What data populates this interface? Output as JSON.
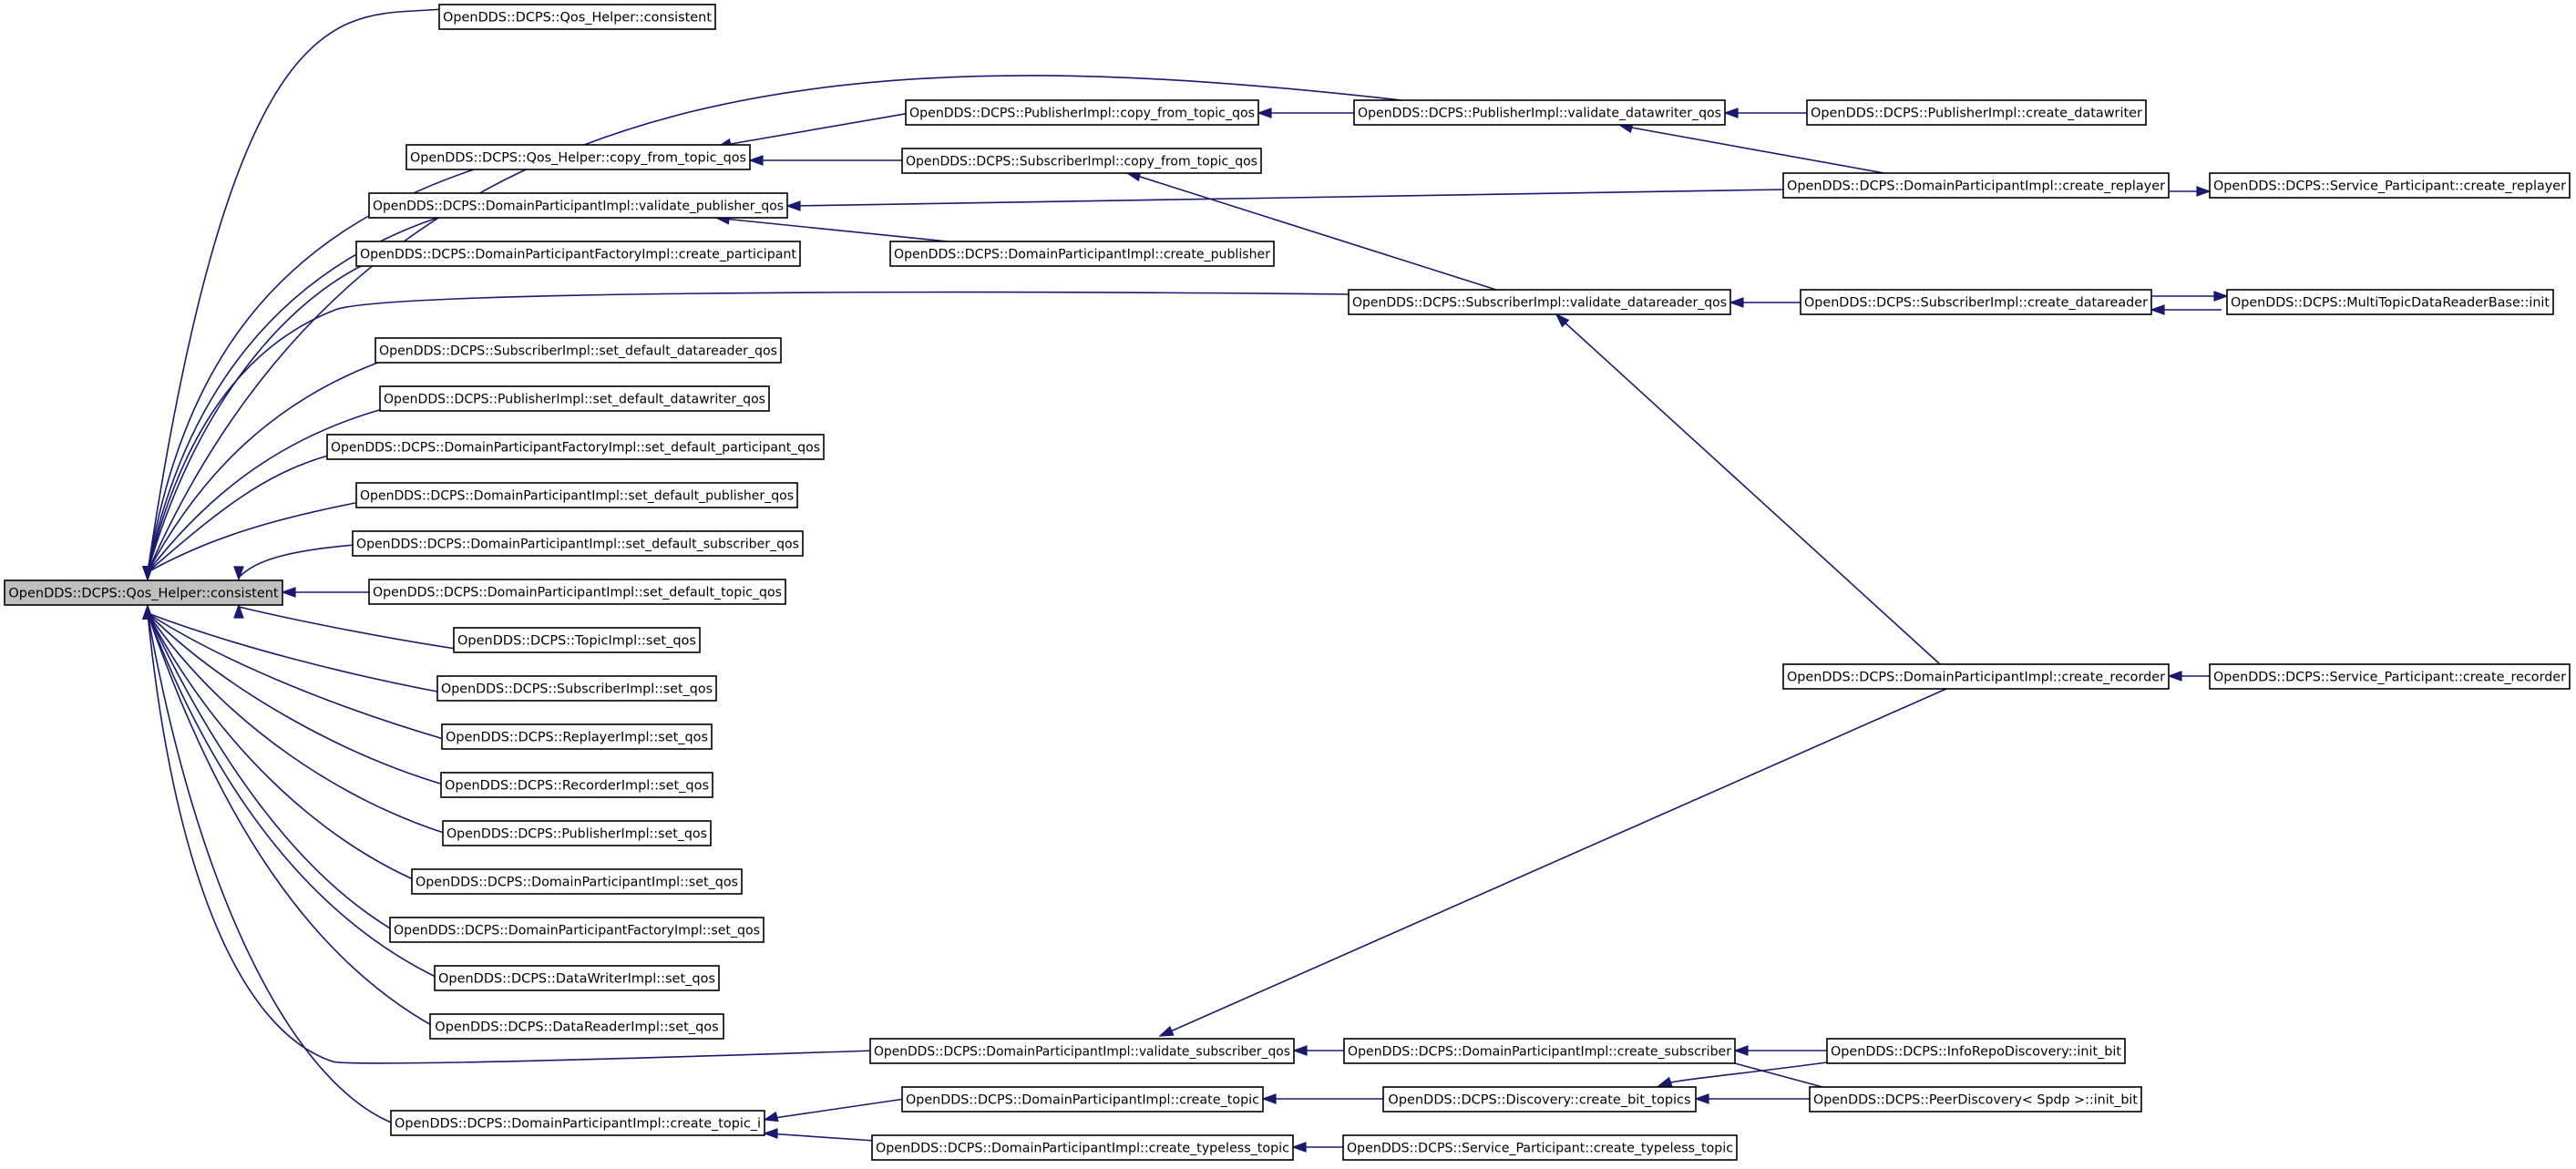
{
  "colors": {
    "edge": "#191970",
    "node_border": "#000000",
    "root_fill": "#bfbfbf",
    "node_fill": "#ffffff"
  },
  "nodes": {
    "root": "OpenDDS::DCPS::Qos_Helper::consistent",
    "qh_consistent": "OpenDDS::DCPS::Qos_Helper::consistent",
    "qh_copy": "OpenDDS::DCPS::Qos_Helper::copy_from_topic_qos",
    "dpi_validate_pub": "OpenDDS::DCPS::DomainParticipantImpl::validate_publisher_qos",
    "dpfi_create_participant": "OpenDDS::DCPS::DomainParticipantFactoryImpl::create_participant",
    "si_set_default_dr": "OpenDDS::DCPS::SubscriberImpl::set_default_datareader_qos",
    "pi_set_default_dw": "OpenDDS::DCPS::PublisherImpl::set_default_datawriter_qos",
    "dpfi_set_default_part": "OpenDDS::DCPS::DomainParticipantFactoryImpl::set_default_participant_qos",
    "dpi_set_default_pub": "OpenDDS::DCPS::DomainParticipantImpl::set_default_publisher_qos",
    "dpi_set_default_sub": "OpenDDS::DCPS::DomainParticipantImpl::set_default_subscriber_qos",
    "dpi_set_default_topic": "OpenDDS::DCPS::DomainParticipantImpl::set_default_topic_qos",
    "ti_set_qos": "OpenDDS::DCPS::TopicImpl::set_qos",
    "si_set_qos": "OpenDDS::DCPS::SubscriberImpl::set_qos",
    "ri_set_qos": "OpenDDS::DCPS::ReplayerImpl::set_qos",
    "reci_set_qos": "OpenDDS::DCPS::RecorderImpl::set_qos",
    "pi_set_qos": "OpenDDS::DCPS::PublisherImpl::set_qos",
    "dpi_set_qos": "OpenDDS::DCPS::DomainParticipantImpl::set_qos",
    "dpfi_set_qos": "OpenDDS::DCPS::DomainParticipantFactoryImpl::set_qos",
    "dwi_set_qos": "OpenDDS::DCPS::DataWriterImpl::set_qos",
    "dri_set_qos": "OpenDDS::DCPS::DataReaderImpl::set_qos",
    "dpi_create_topic_i": "OpenDDS::DCPS::DomainParticipantImpl::create_topic_i",
    "pi_copy": "OpenDDS::DCPS::PublisherImpl::copy_from_topic_qos",
    "si_copy": "OpenDDS::DCPS::SubscriberImpl::copy_from_topic_qos",
    "dpi_create_publisher": "OpenDDS::DCPS::DomainParticipantImpl::create_publisher",
    "dpi_validate_sub": "OpenDDS::DCPS::DomainParticipantImpl::validate_subscriber_qos",
    "dpi_create_topic": "OpenDDS::DCPS::DomainParticipantImpl::create_topic",
    "dpi_create_typeless": "OpenDDS::DCPS::DomainParticipantImpl::create_typeless_topic",
    "pi_validate_dw": "OpenDDS::DCPS::PublisherImpl::validate_datawriter_qos",
    "si_validate_dr": "OpenDDS::DCPS::SubscriberImpl::validate_datareader_qos",
    "dpi_create_subscriber": "OpenDDS::DCPS::DomainParticipantImpl::create_subscriber",
    "disc_create_bit": "OpenDDS::DCPS::Discovery::create_bit_topics",
    "sp_create_typeless": "OpenDDS::DCPS::Service_Participant::create_typeless_topic",
    "pi_create_dw": "OpenDDS::DCPS::PublisherImpl::create_datawriter",
    "dpi_create_replayer": "OpenDDS::DCPS::DomainParticipantImpl::create_replayer",
    "si_create_dr": "OpenDDS::DCPS::SubscriberImpl::create_datareader",
    "dpi_create_recorder": "OpenDDS::DCPS::DomainParticipantImpl::create_recorder",
    "ird_init_bit": "OpenDDS::DCPS::InfoRepoDiscovery::init_bit",
    "pd_init_bit": "OpenDDS::DCPS::PeerDiscovery< Spdp >::init_bit",
    "sp_create_replayer": "OpenDDS::DCPS::Service_Participant::create_replayer",
    "mtdrb_init": "OpenDDS::DCPS::MultiTopicDataReaderBase::init",
    "sp_create_recorder": "OpenDDS::DCPS::Service_Participant::create_recorder"
  }
}
